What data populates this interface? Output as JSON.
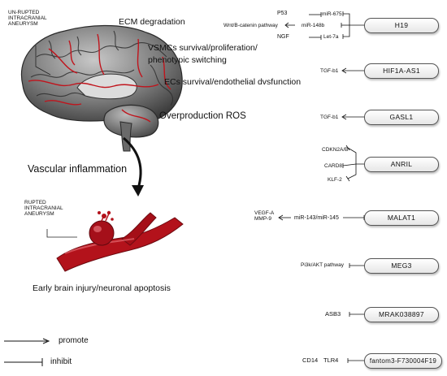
{
  "brain_label": "UN-RUPTED\nINTRACRANIAL\nANEURYSM",
  "effects": {
    "ecm": "ECM degradation",
    "vsmc": "VSMCs survival/proliferation/\nphenotypic switching",
    "ecs": "ECs survival/endothelial dvsfunction",
    "ros": "Overproduction ROS"
  },
  "vascular_inflammation": "Vascular inflammation",
  "ruptured_label": "RUPTED\nINTRACRANIAL\nANEURYSM",
  "outcome": "Early brain injury/neuronal apoptosis",
  "legend": {
    "promote": "promote",
    "inhibit": "inhibit"
  },
  "lncrnas": {
    "h19": "H19",
    "hif1a": "HIF1A-AS1",
    "gasl1": "GASL1",
    "anril": "ANRIL",
    "malat1": "MALAT1",
    "meg3": "MEG3",
    "mrak": "MRAK038897",
    "fantom": "fantom3-F730004F19"
  },
  "targets": {
    "p53": "P53",
    "mir675": "miR-675",
    "wnt": "Wnt/B-catenin pathway",
    "mir148b": "miR-148b",
    "ngf": "NGF",
    "let7a": "Let-7a",
    "tgf1": "TGF-b1",
    "tgf2": "TGF-b1",
    "cdkn": "CDKN2A/B",
    "card8": "CARD8",
    "klf2": "KLF-2",
    "vegf": "VEGF-A\nMMP-9",
    "mir143": "miR-143/miR-145",
    "pi3k": "Pi3k/AKT pathway",
    "asb3": "ASB3",
    "cd14": "CD14",
    "tlr4": "TLR4"
  }
}
